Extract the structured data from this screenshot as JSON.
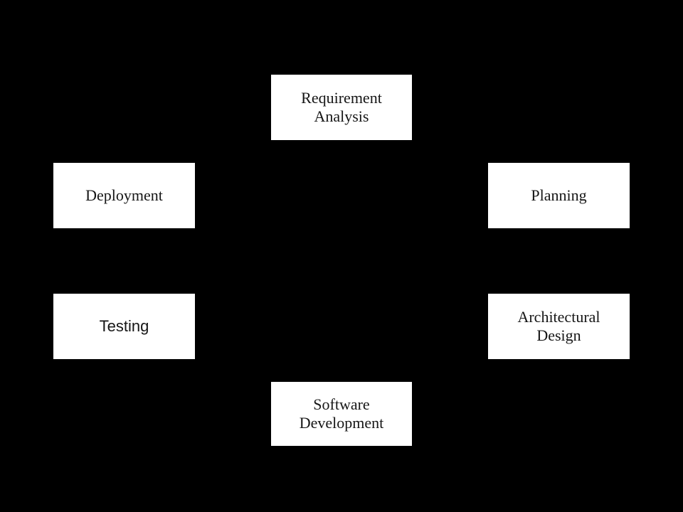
{
  "diagram": {
    "background_color": "#000000",
    "node_fill_color": "#ffffff",
    "node_text_color": "#161616",
    "nodes": [
      {
        "id": "requirement-analysis",
        "label": "Requirement\nAnalysis"
      },
      {
        "id": "planning",
        "label": "Planning"
      },
      {
        "id": "architectural-design",
        "label": "Architectural\nDesign"
      },
      {
        "id": "software-development",
        "label": "Software\nDevelopment"
      },
      {
        "id": "testing",
        "label": "Testing"
      },
      {
        "id": "deployment",
        "label": "Deployment"
      }
    ]
  }
}
